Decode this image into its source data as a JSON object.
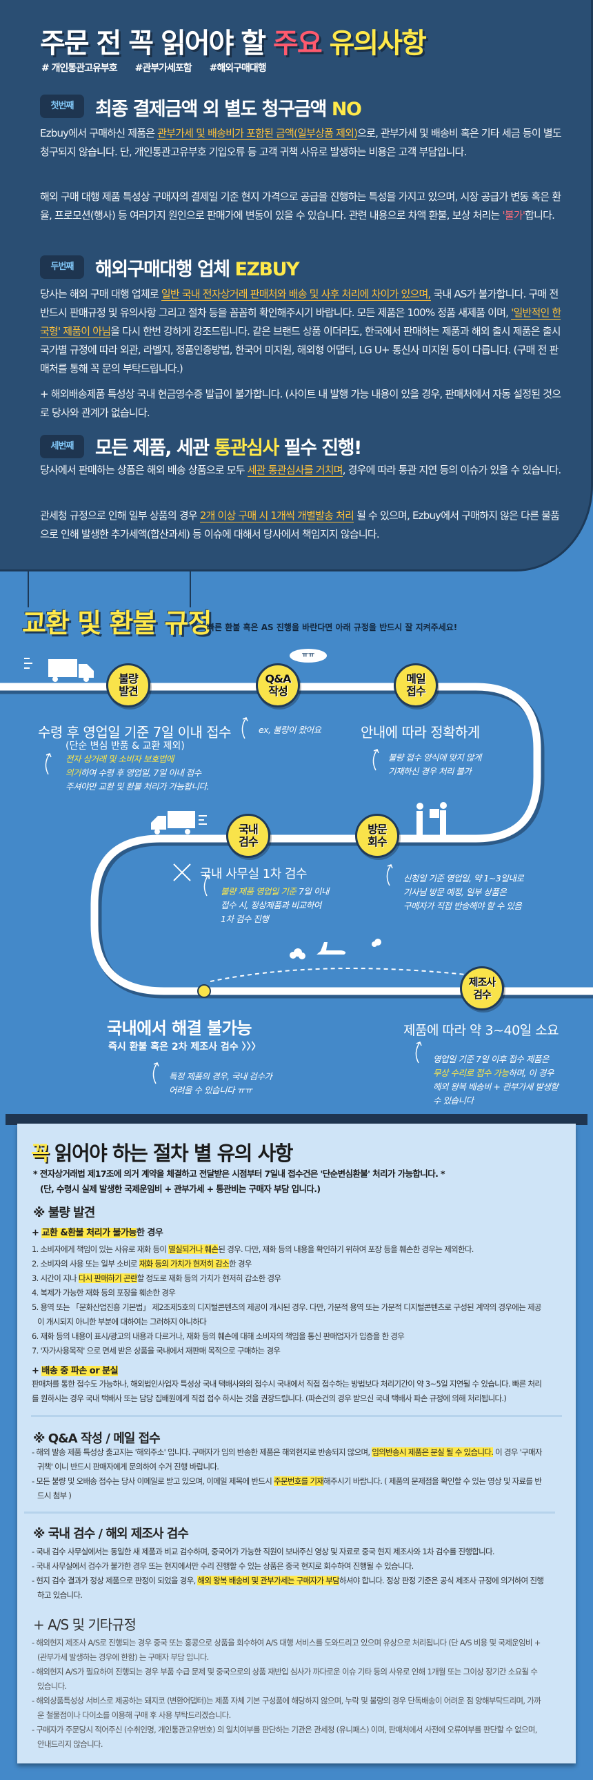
{
  "colors": {
    "navy": "#2a4e73",
    "page_blue": "#4489c9",
    "yellow": "#ffe94a",
    "accent_red": "#ff5a6e",
    "panel": "#cfe4f7"
  },
  "header": {
    "title_a": "주문 전 꼭 읽어야 할 ",
    "title_b": "주요",
    "title_c": " 유의사항",
    "hashtags": [
      "# 개인통관고유부호",
      "#관부가세포함",
      "#해외구매대행"
    ]
  },
  "sections": [
    {
      "badge": "첫번째",
      "heading_a": "최종 결제금액 외 별도 청구금액 ",
      "heading_b": "NO",
      "heading_c": "",
      "paragraphs": [
        [
          "Ezbuy에서 구매하신 제품은 ",
          {
            "t": "관부가세 및 배송비가 포함된 금액(일부상품 제외)",
            "s": "u"
          },
          "으로, 관부가세 및 배송비  혹은 기타 세금 등이 별도 청구되지 않습니다. 단, 개인통관고유부호 기입오류 등 고객 귀책 사유로  발생하는 비용은 고객 부담입니다."
        ],
        [
          "해외 구매 대행 제품 특성상 구매자의 결제일 기준 현지 가격으로 공급을 진행하는 특성을 가지고 있으며, 시장 공급가 변동 혹은 환율, 프로모션(행사) 등 여러가지 원인으로 판매가에 변동이 있을 수 있습니다. 관련  내용으로 차액 환불, 보상 처리는 ",
          {
            "t": "'불가'",
            "s": "r"
          },
          "합니다."
        ]
      ]
    },
    {
      "badge": "두번째",
      "heading_a": "해외구매대행 업체 ",
      "heading_b": "EZBUY",
      "heading_c": "",
      "paragraphs": [
        [
          "당사는 해외 구매 대행 업체로 ",
          {
            "t": "일반 국내 전자상거래 판매처와 배송 및 사후 처리에 차이가 있으며,",
            "s": "u"
          },
          " 국내 AS가 불가합니다. 구매 전 반드시 판매규정 및 유의사항 그리고 절차 등을 꼼꼼히 확인해주시기 바랍니다. 모든 제품은 100% 정품 새제품 이며, ",
          {
            "t": "'일반적인 한국형' 제품이 아님",
            "s": "u"
          },
          "을 다시 한번 강하게 강조드립니다. 같은 브랜드 상품 이더라도, 한국에서 판매하는 제품과 해외 출시 제품은 출시 국가별 규정에 따라 외관, 라벨지, 정품인증방법, 한국어 미지원, 해외형 어댑터, LG U+ 통신사 미지원 등이 다릅니다. (구매 전 판매처를 통해 꼭 문의 부탁드립니다.)"
        ],
        [
          "+ 해외배송제품 특성상 국내 현금영수증 발급이 불가합니다. (사이트 내 발행 가능 내용이 있을 경우, 판매처에서 자동 설정된 것으로 당사와 관계가 없습니다."
        ]
      ]
    },
    {
      "badge": "세번째",
      "heading_a": "모든 제품, 세관 ",
      "heading_b": "통관심사",
      "heading_c": " 필수 진행!",
      "paragraphs": [
        [
          "당사에서 판매하는 상품은 해외 배송 상품으로 모두 ",
          {
            "t": "세관 통관심사를 거치며",
            "s": "u"
          },
          ", 경우에 따라 통관 지연 등의 이슈가 있을 수 있습니다."
        ],
        [
          "관세청 규정으로 인해 일부 상품의 경우 ",
          {
            "t": "2개 이상 구매 시 1개씩 개별발송 처리",
            "s": "u"
          },
          " 될 수 있으며, Ezbuy에서 구매하지 않은 다른 물품으로 인해  발생한 추가세액(합산과세) 등 이슈에 대해서 당사에서 책임지지 않습니다."
        ]
      ]
    }
  ],
  "exchange": {
    "title": "교환 및 환불 규정",
    "subtitle": "빠른 환불 혹은 AS 진행을 바란다면 아래 규정을 반드시 잘 지켜주세요!",
    "bubble": "ㅠㅠ",
    "steps": [
      "불량\n발견",
      "Q&A\n작성",
      "메일\n접수",
      "국내\n검수",
      "방문\n회수",
      "제조사\n검수"
    ],
    "step1_main": "수령 후 영업일 기준 7일 이내 접수",
    "step1_sub": "(단순 변심 반품 & 교환 제외)",
    "step1_note": [
      {
        "t": "전자 상거래 및 소비자 보호법에\n의거",
        "s": "y"
      },
      "하여 수령 후 영업일, 7일 이내 접수\n주셔야만 교환 및 환불 처리가 가능합니다."
    ],
    "step2_note": "ex, 불량이 왔어요",
    "step3_main": "안내에 따라 정확하게",
    "step3_note": "불량 접수 양식에 맞지 않게\n기재하신 경우 처리 불가",
    "step4_main": "국내 사무실 1차 검수",
    "step4_note": [
      {
        "t": "불량 제품 영업일 기준",
        "s": "y"
      },
      " 7일 이내\n접수 시, 정상제품과 비교하여\n1차 검수 진행"
    ],
    "step5_note": "신청일 기준 영업일, 약 1~3일내로\n기사님 방문 예정, 일부 상품은\n구매자가 직접 반송해야 할 수 있음",
    "fail_main": "국내에서 해결 불가능",
    "fail_sub": "즉시 환불 혹은 2차 제조사 검수 〉〉〉",
    "fail_note": "특정 제품의 경우, 국내 검수가\n어려울 수 있습니다 ㅠㅠ",
    "step6_main": "제품에 따라 약 3~40일 소요",
    "step6_note": [
      "영업일 기준 7일 이후 접수 제품은\n",
      {
        "t": "무상 수리로 접수 가능",
        "s": "y"
      },
      "하며, 이 경우\n해외 왕복 배송비 + 관부가세 발생할\n수 있습니다"
    ]
  },
  "panel": {
    "title_hl": "꼭",
    "title_rest": " 읽어야 하는 절차 별 유의 사항",
    "note1": "* 전자상거래법 제17조에 의거 계약을 체결하고 전달받은 시점부터 7일내 접수건은 '단순변심환불' 처리가 가능합니다. *",
    "note2": "(단, 수령시 실제 발생한 국제운임비 + 관부가세 + 통관비는 구매자 부담 입니다.)",
    "defect": {
      "heading": "※ 불량 발견",
      "sub1": [
        "+ ",
        {
          "t": "교환 &환불 처리가 불가능",
          "s": "h"
        },
        "한 경우"
      ],
      "items": [
        [
          "1. 소비자에게 책임이 있는 사유로 재화 등이 ",
          {
            "t": "멸실되거나 훼손",
            "s": "h"
          },
          "된 경우. 다만, 재화 등의 내용을 확인하기 위하여 포장 등을 훼손한 경우는 제외한다."
        ],
        [
          "2. 소비자의 사용 또는 일부 소비로 ",
          {
            "t": "재화 등의 가치가 현저히 감소",
            "s": "h"
          },
          "한 경우"
        ],
        [
          "3. 시간이 지나 ",
          {
            "t": "다시 판매하기 곤란",
            "s": "h"
          },
          "할 정도로 재화 등의 가치가 현저히 감소한 경우"
        ],
        [
          "4. 복제가 가능한 재화 등의 포장을 훼손한 경우"
        ],
        [
          "5. 용역 또는 「문화산업진흥 기본법」 제2조제5호의 디지털콘텐츠의 제공이 개시된 경우. 다만, 가분적 용역 또는 가분적 디지털콘텐츠로 구성된 계약의 경우에는 제공이 개시되지 아니한 부분에 대하여는 그러하지 아니하다"
        ],
        [
          "6. 재화 등의 내용이 표시/광고의 내용과 다르거나, 재화 등의 훼손에 대해 소비자의 책임을 통신 판매업자가 입증을 한 경우"
        ],
        [
          "7. '자가사용목적' 으로 면세 받은 상품을 국내에서 재판매 목적으로 구매하는 경우"
        ]
      ],
      "sub2": [
        "+ ",
        {
          "t": "배송 중 파손 or 분실",
          "s": "h"
        }
      ],
      "sub2_text": "판매처를 통한 접수도 가능하나, 해외법인사업자 특성상 국내 택배사와의 접수시 국내에서 직접 접수하는 방법보다 처리기간이 약 3~5일 지연될 수 있습니다. 빠른 처리를 원하시는 경우 국내 택배사 또는 담당 집배원에게 직접 접수 하시는 것을 권장드립니다. (파손건의 경우 받으신 국내 택배사 파손 규정에 의해 처리됩니다.)"
    },
    "qa": {
      "heading": "※ Q&A 작성 / 메일 접수",
      "items": [
        [
          "- 해외 발송 제품 특성상 출고지는 '해외주소' 입니다. 구매자가 임의 반송한 제품은 해외현지로 반송되지 않으며, ",
          {
            "t": "임의반송시 제품은 분실 될 수 있습니다.",
            "s": "h"
          },
          " 이 경우 '구매자 귀책' 이니 반드시 판매자에게 문의하여 수거 진행 바랍니다."
        ],
        [
          "- 모든 불량 및 오배송 접수는 당사 이메일로 받고 있으며, 이메일 제목에 반드시 ",
          {
            "t": "주문번호를 기재",
            "s": "h"
          },
          "해주시기 바랍니다. ( 제품의 문제점을 확인할 수 있는 영상 및 자료를 반드시 첨부 )"
        ]
      ]
    },
    "inspect": {
      "heading": "※ 국내 검수 / 해외 제조사 검수",
      "items": [
        [
          "- 국내 검수 사무실에서는 동일한 새 제품과 비교 검수하며, 중국어가 가능한 직원이 보내주신 영상 및 자료로 중국 현지 제조사와 1차 검수를 진행합니다."
        ],
        [
          "- 국내 사무실에서 검수가 불가한 경우 또는 현지에서만 수리 진행할 수 있는 상품은  중국 현지로 회수하여 진행될 수 있습니다."
        ],
        [
          "- 현지 검수 결과가 정상 제품으로 판정이 되었을 경우, ",
          {
            "t": "해외 왕복 배송비 및 관부가세는 구매자가 부담",
            "s": "h"
          },
          "하셔야 합니다. 정상 판정 기준은 공식 제조사 규정에 의거하여 진행하고 있습니다."
        ]
      ]
    },
    "as": {
      "heading": "+ A/S 및 기타규정",
      "items": [
        [
          "- 해외현지 제조사 A/S로 진행되는 경우 중국 또는 홍콩으로 상품을 회수하여 A/S 대행 서비스를 도와드리고 있으며 유상으로 처리됩니다 (단 A/S 비용 및 국제운임비 + (관부가세 발생하는 경우에 한함) 는 구매자 부담 입니다."
        ],
        [
          "- 해외현지 A/S가 필요하여 진행되는 경우 부품 수급 문제 및 중국으로의 상품 재반입 심사가 까다로운 이슈 기타 등의 사유로 인해 1개월 또는 그이상 장기간 소요될 수 있습니다."
        ],
        [
          "- 해외상품특성상 서비스로 제공하는 돼지코 (변환어댑터)는 제품 자체 기본 구성품에 해당하지 않으며, 누락 및 불량의 경우 단독배송이 어려운 점 양해부탁드리며, 가까운 철물점이나 다이소를 이용해 구매 후 사용 부탁드리겠습니다."
        ],
        [
          "- 구매자가 주문당시 적어주신 (수취인명, 개인통관고유번호) 의 일치여부를 판단하는 기관은 관세청 (유니패스) 이며, 판매처에서 사전에 오류여부를 판단할 수 없으며, 안내드리지 않습니다."
        ]
      ]
    }
  }
}
